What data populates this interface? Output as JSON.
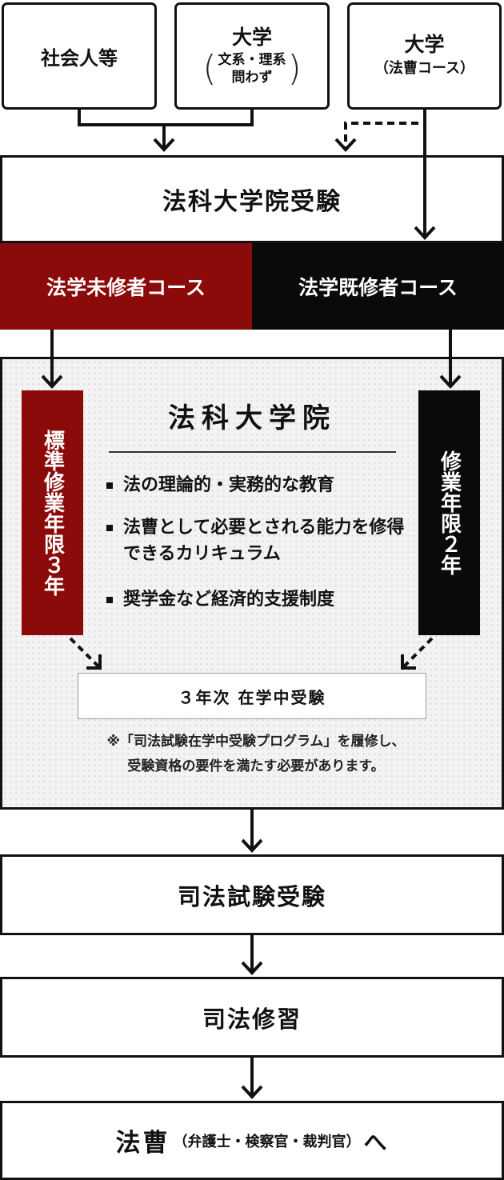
{
  "sources": [
    {
      "label": "社会人等"
    },
    {
      "label": "大学",
      "paren_lines": [
        "文系・理系",
        "問わず"
      ]
    },
    {
      "label": "大学",
      "sub": "（法曹コース）"
    }
  ],
  "entrance_exam": "法科大学院受験",
  "courses": {
    "left": "法学未修者コース",
    "right": "法学既修者コース"
  },
  "school": {
    "title": "法科大学院",
    "left_duration": "標準修業年限３年",
    "right_duration": "修業年限２年",
    "bullets": [
      "法の理論的・実務的な教育",
      "法曹として必要とされる能力を修得できるカリキュラム",
      "奨学金など経済的支援制度"
    ],
    "inner_exam": "３年次 在学中受験",
    "note_lines": [
      "※「司法試験在学中受験プログラム」を履修し、",
      "受験資格の要件を満たす必要があります。"
    ]
  },
  "bar_exam": "司法試験受験",
  "training": "司法修習",
  "goal": {
    "main": "法曹",
    "sub": "（弁護士・検察官・裁判官）",
    "end": "へ"
  },
  "colors": {
    "accent_red": "#8b0a0a",
    "black": "#0a0a0a",
    "school_bg": "#f3f3f3"
  }
}
